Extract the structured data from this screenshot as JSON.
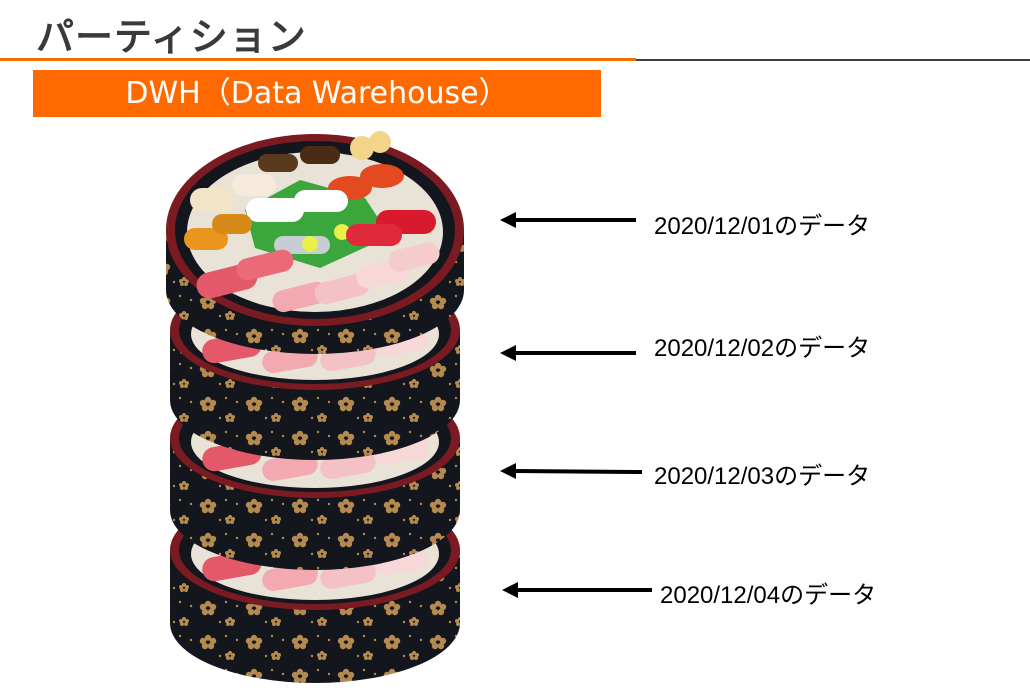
{
  "header": {
    "title": "パーティション",
    "accent_color": "#f07000",
    "rule_color": "#3b3f47"
  },
  "banner": {
    "text": "DWH（Data Warehouse）",
    "color": "#ff6a00"
  },
  "illustration": {
    "icon": "stacked-sushi-tubs-icon"
  },
  "partitions": [
    {
      "label": "2020/12/01のデータ"
    },
    {
      "label": "2020/12/02のデータ"
    },
    {
      "label": "2020/12/03のデータ"
    },
    {
      "label": "2020/12/04のデータ"
    }
  ]
}
